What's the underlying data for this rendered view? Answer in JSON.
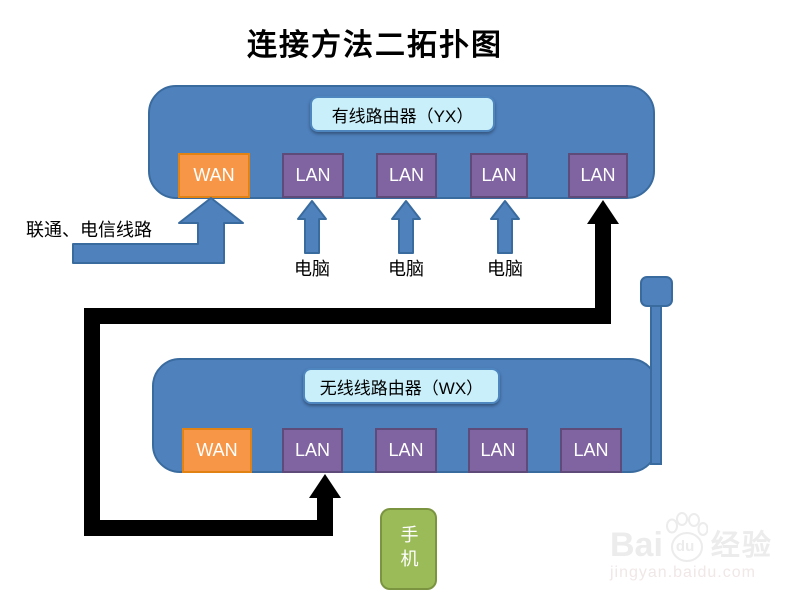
{
  "title": "连接方法二拓扑图",
  "routers": {
    "top": {
      "label": "有线路由器（YX）",
      "ports": [
        "WAN",
        "LAN",
        "LAN",
        "LAN",
        "LAN"
      ]
    },
    "bottom": {
      "label": "无线线路由器（WX）",
      "ports": [
        "WAN",
        "LAN",
        "LAN",
        "LAN",
        "LAN"
      ]
    }
  },
  "wan_line_label": "联通、电信线路",
  "computers": [
    "电脑",
    "电脑",
    "电脑"
  ],
  "phone_label": "手机",
  "connections": [
    "联通、电信线路 → 有线路由器 WAN（蓝色弯箭头）",
    "电脑 → 有线路由器 LAN ×3（蓝色箭头）",
    "有线路由器 LAN ↔ 无线线路由器 LAN（黑色粗线，两端箭头）"
  ],
  "colors": {
    "router_body": "#4f81bd",
    "router_border": "#3a6b9f",
    "wan_port": "#f79646",
    "lan_port": "#8064a2",
    "label_box": "#c9effa",
    "phone_box": "#9bbb59",
    "cable": "#000000"
  },
  "watermark": {
    "brand_left": "Bai",
    "paw_text": "du",
    "brand_right": "经验",
    "url": "jingyan.baidu.com"
  }
}
